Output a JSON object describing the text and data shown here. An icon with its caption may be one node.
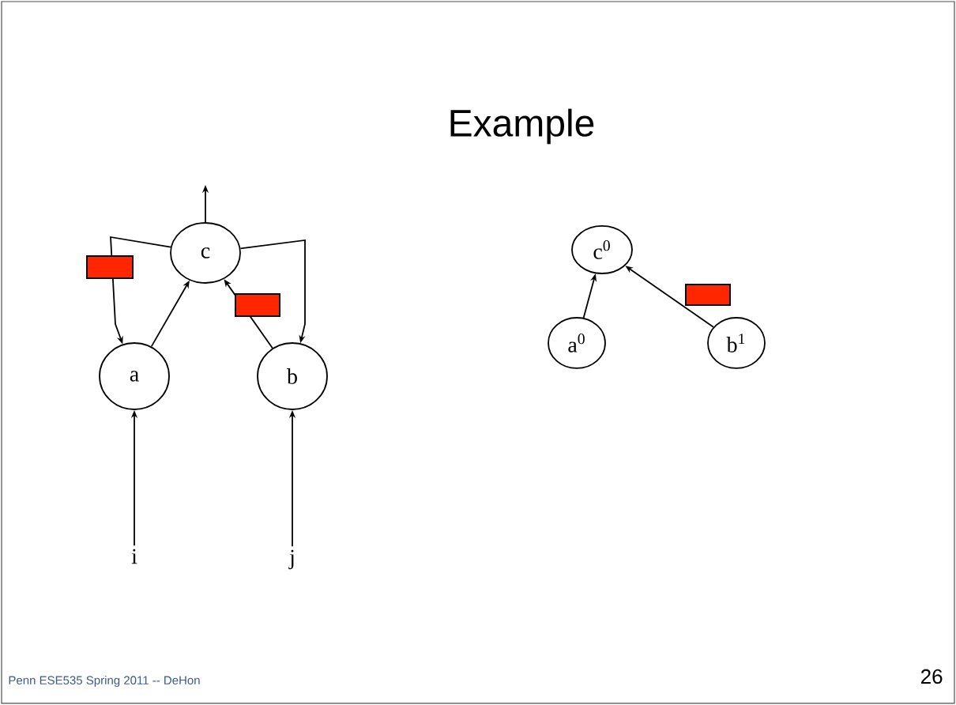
{
  "diagram": {
    "title": "Example",
    "nodes": [
      {
        "text": [
          "c"
        ]
      },
      {
        "text": [
          "a"
        ]
      },
      {
        "text": [
          "b"
        ]
      },
      {
        "text": [
          "i"
        ]
      },
      {
        "text": [
          "j"
        ]
      },
      {
        "text": [
          "c$^{0}$"
        ]
      },
      {
        "text": [
          "a$^{0}$"
        ]
      },
      {
        "text": [
          "b$^{1}$"
        ]
      }
    ],
    "edges": [
      {
        "from": 0,
        "to": null,
        "arrow": "to"
      },
      {
        "from": 0,
        "to": 1,
        "arrow": "to"
      },
      {
        "from": 1,
        "to": 0,
        "arrow": "to"
      },
      {
        "from": 2,
        "to": 0,
        "arrow": "to"
      },
      {
        "from": 0,
        "to": 2,
        "arrow": "to"
      },
      {
        "from": 3,
        "to": 1,
        "arrow": "to"
      },
      {
        "from": 4,
        "to": 2,
        "arrow": "to"
      },
      {
        "from": 6,
        "to": 5,
        "arrow": "to"
      },
      {
        "from": 7,
        "to": 5,
        "arrow": "to"
      }
    ],
    "labels": [
      "Penn ESE535 Spring 2011 -- DeHon",
      "26"
    ]
  }
}
